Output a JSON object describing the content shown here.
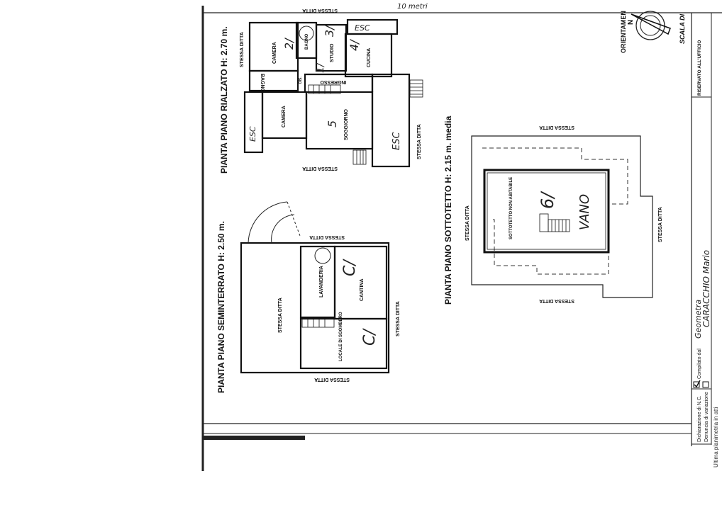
{
  "document": {
    "scale_label": "10 metri",
    "orientation_label": "ORIENTAMEN",
    "north_label": "N",
    "scale_title": "SCALA DI",
    "reserved_label": "RISERVATO ALL'UFFICIO"
  },
  "neighbor_label": "STESSA DITTA",
  "plans": {
    "rialzato": {
      "title": "PIANTA PIANO RIALZATO H: 2.70 m.",
      "rooms": [
        "CAMERA",
        "BAGNO",
        "BAGNO",
        "STUDIO",
        "CUCINA",
        "INGRESSO",
        "CAMERA",
        "SOGGIORNO",
        "DIS."
      ],
      "handwritten": [
        "2/",
        "3/",
        "1/",
        "4/",
        "5",
        "ESC",
        "ESC",
        "ESC"
      ]
    },
    "seminterrato": {
      "title": "PIANTA PIANO SEMINTERRATO H: 2.50 m.",
      "rooms": [
        "LAVANDERIA",
        "CANTINA",
        "LOCALE DI SGOMBERO",
        "STESSA DITTA"
      ],
      "handwritten": [
        "C/",
        "C/"
      ]
    },
    "sottotetto": {
      "title": "PIANTA PIANO SOTTOTETTO H: 2.15 m. media",
      "rooms": [
        "SOTTOTETTO NON ABITABILE"
      ],
      "handwritten": [
        "6/",
        "VANO"
      ]
    }
  },
  "title_block": {
    "compiled_by_label": "Compilato dal",
    "professional_title": "Geometra",
    "professional_name": "CARACCHIO Mario",
    "declaration_nc": "Dichiarazione di N.C.",
    "declaration_nc_checked": true,
    "variation_report": "Denuncia di variazione",
    "variation_report_checked": false,
    "last_plan": "Ultima planimetria in atti"
  }
}
